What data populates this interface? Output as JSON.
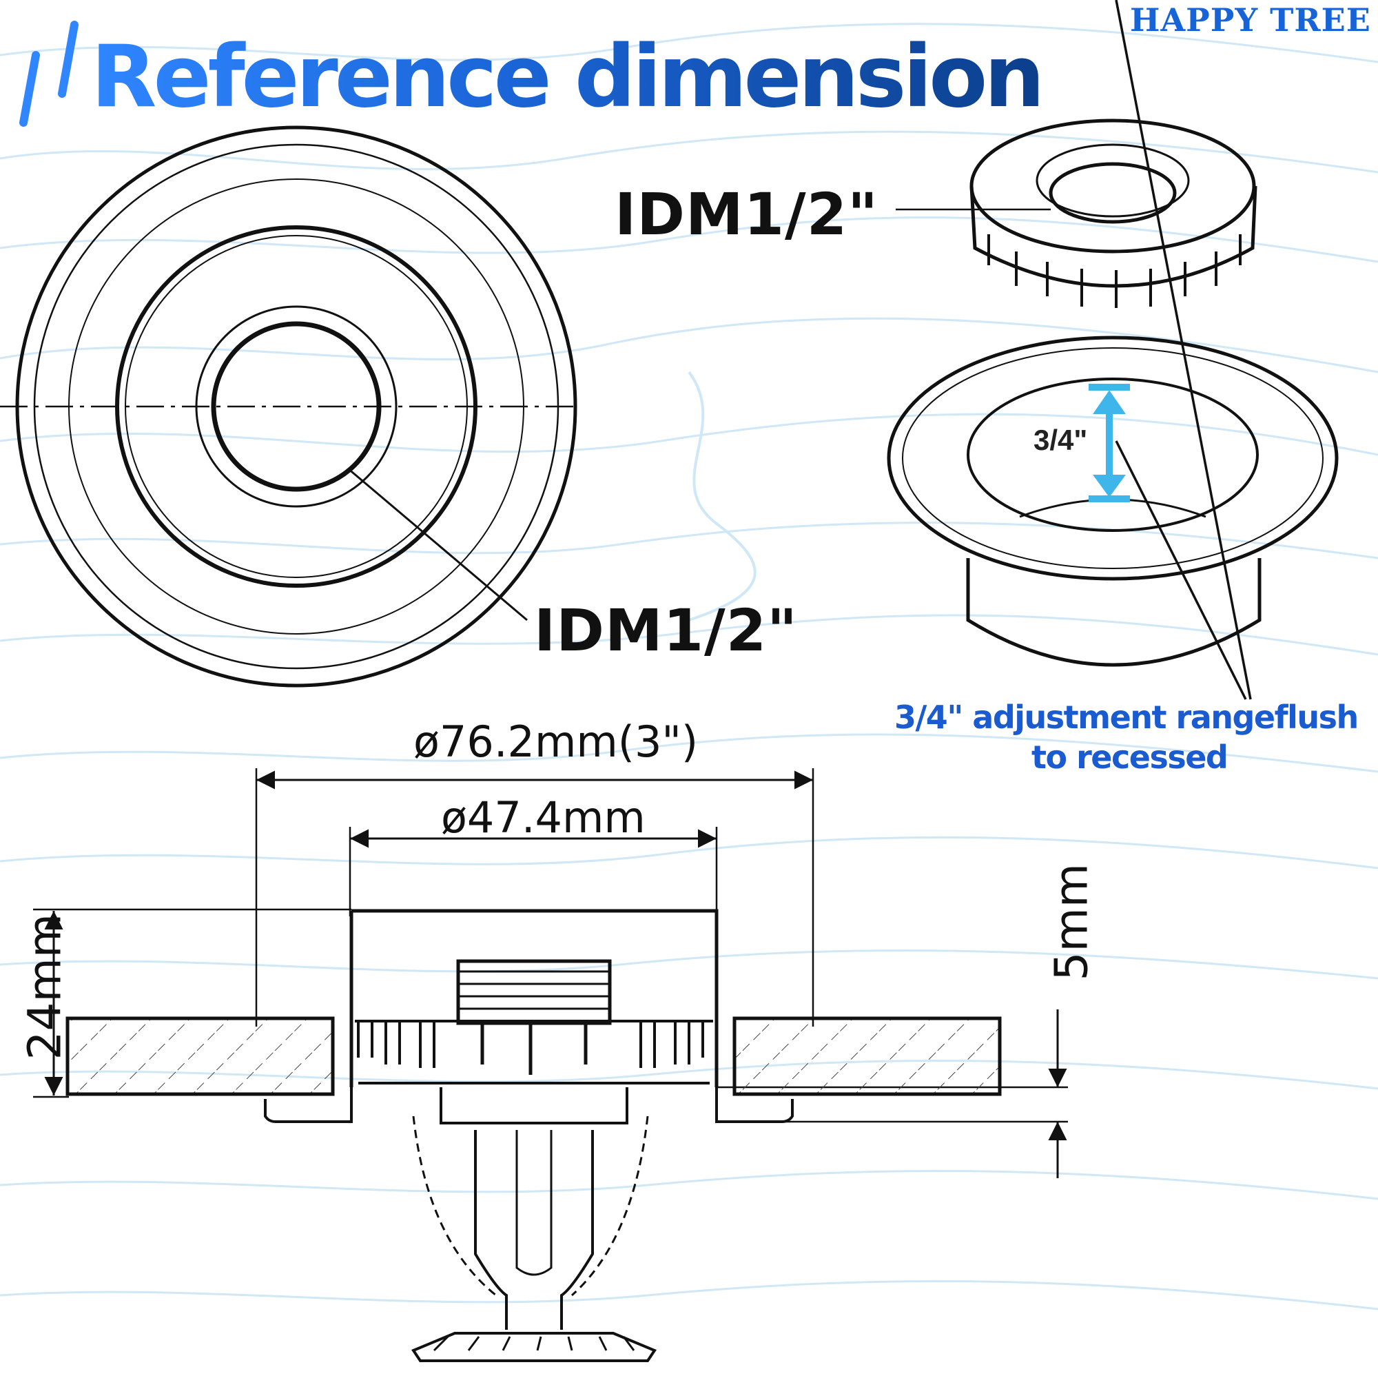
{
  "brand": "HAPPY TREE",
  "title": "Reference dimension",
  "labels": {
    "idm_top": "IDM1/2\"",
    "idm_left": "IDM1/2\"",
    "adjust_small": "3/4\"",
    "caption_line1": "3/4\" adjustment rangeflush",
    "caption_line2": "to recessed",
    "dim_outer": "ø76.2mm(3\")",
    "dim_inner": "ø47.4mm",
    "dim_height": "24mm",
    "dim_offset": "5mm"
  },
  "colors": {
    "accent_blue": "#1a64d6",
    "dimension_cyan": "#3fb6ea",
    "line": "#111111"
  }
}
